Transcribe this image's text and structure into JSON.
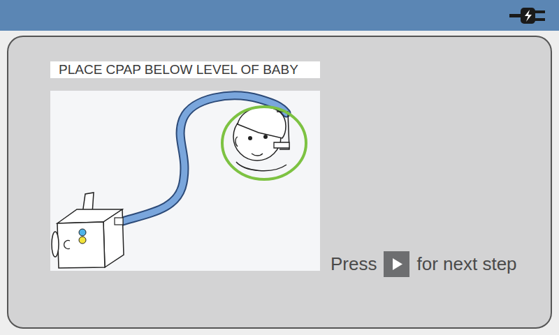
{
  "diagram": {
    "title": "PLACE CPAP BELOW LEVEL OF BABY",
    "labels": [
      "Press",
      "for next step"
    ]
  }
}
